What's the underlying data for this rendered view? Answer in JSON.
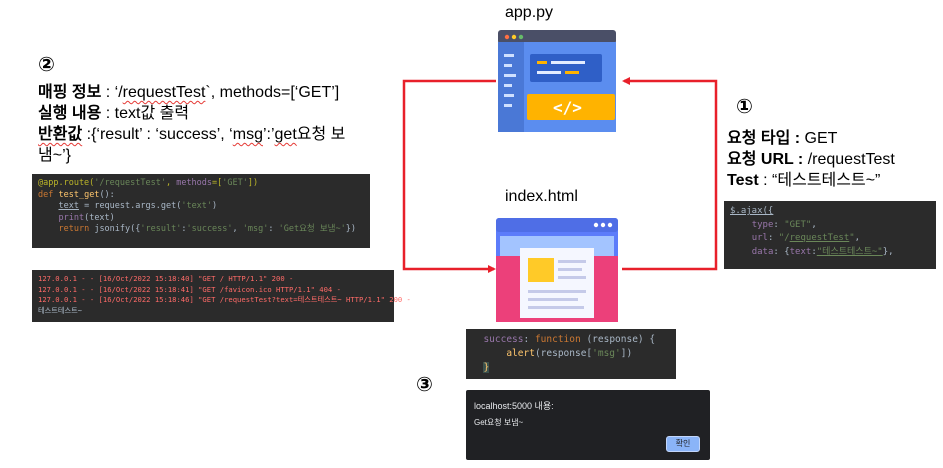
{
  "app_label": "app.py",
  "index_label": "index.html",
  "step1": {
    "num": "①",
    "type_key": "요청 타입 :",
    "type_val": " GET",
    "url_key": "요청 URL :",
    "url_val": " /requestTest",
    "test_key": "Test",
    "test_val": " : “테스트테스트~”"
  },
  "step2": {
    "num": "②",
    "mapping_key": "매핑 정보",
    "mapping_pre": " : ‘/",
    "mapping_path": "requestTest",
    "mapping_post": "`, methods=[‘GET’]",
    "exec_key": "실행 내용",
    "exec_val": " : text값 출력",
    "ret_key": "반환값",
    "ret_pre": " :{‘result’ : ‘success’, ‘",
    "ret_msg": "msg",
    "ret_mid": "’:’",
    "ret_get": "get",
    "ret_post": "요청 보",
    "ret_line2": "냄~’}"
  },
  "step3": {
    "num": "③"
  },
  "flask_code": {
    "l1_deco": "@app.route(",
    "l1_str": "'/requestTest'",
    "l1_mid": ", ",
    "l1_methods": "methods",
    "l1_eq": "=[",
    "l1_get": "'GET'",
    "l1_end": "])",
    "l2_kw": "def ",
    "l2_fn": "test_get",
    "l2_end": "():",
    "l3_var": "text",
    "l3_rest": " = request.args.get(",
    "l3_str": "'text'",
    "l3_end": ")",
    "l4_fn": "print",
    "l4_rest": "(text)",
    "l5_kw": "return",
    "l5_rest": " jsonify({",
    "l5_s1": "'result'",
    "l5_c": ":",
    "l5_s2": "'success'",
    "l5_c2": ", ",
    "l5_s3": "'msg'",
    "l5_c3": ": ",
    "l5_s4": "'Get요청 보냄~'",
    "l5_end": "})"
  },
  "log_lines": [
    "127.0.0.1 - - [16/Oct/2022 15:18:40] \"GET / HTTP/1.1\" 200 -",
    "127.0.0.1 - - [16/Oct/2022 15:18:41] \"GET /favicon.ico HTTP/1.1\" 404 -",
    "127.0.0.1 - - [16/Oct/2022 15:18:46] \"GET /requestTest?text=테스트테스트~ HTTP/1.1\" 200 -",
    "테스트테스트~"
  ],
  "ajax_code": {
    "l1": "$.ajax({",
    "l2_key": "type",
    "l2_val": "\"GET\"",
    "l3_key": "url",
    "l3_q1": "\"/",
    "l3_path": "requestTest",
    "l3_q2": "\"",
    "l4_key": "data",
    "l4_brace": "{",
    "l4_text": "text",
    "l4_val": "\"테스트테스트~\"",
    "l4_end": "},"
  },
  "success_code": {
    "l1_key": "success",
    "l1_kw": "function",
    "l1_rest": " (response) {",
    "l2_fn": "alert",
    "l2_open": "(response[",
    "l2_str": "'msg'",
    "l2_close": "])",
    "l3": "}"
  },
  "alert": {
    "title": "localhost:5000 내용:",
    "message": "Get요청 보냄~",
    "ok": "확인"
  },
  "colors": {
    "arrow": "#e8202a",
    "code_bg": "#2b2b2b",
    "app_window": "#5c7cfa",
    "accent_yellow": "#ffb300",
    "web_pink": "#ec407a"
  }
}
